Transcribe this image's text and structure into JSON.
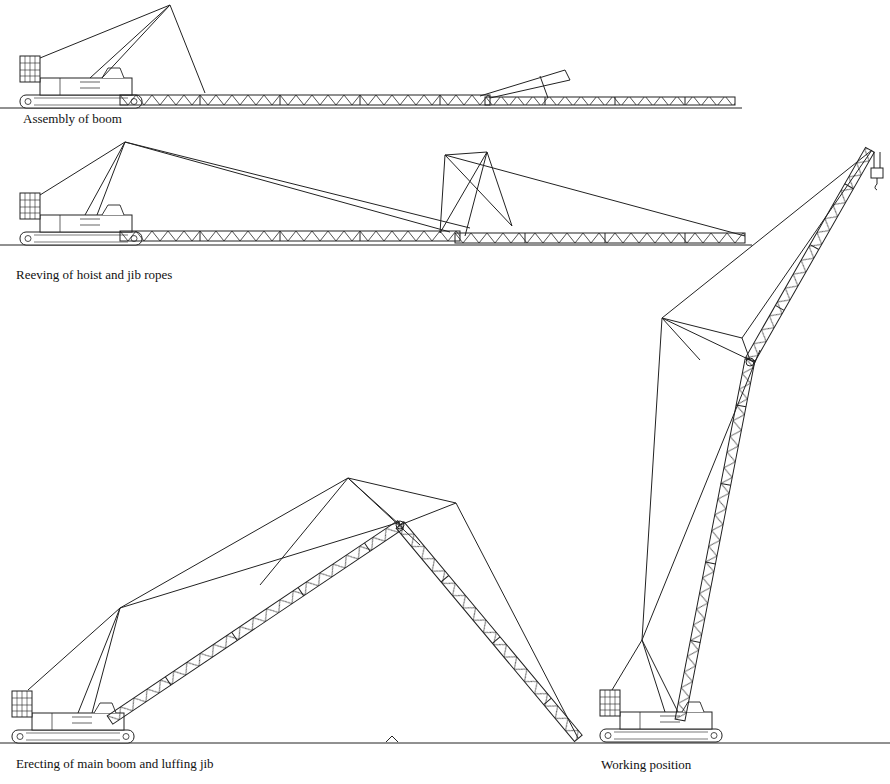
{
  "diagram": {
    "labels": [
      "Assembly of boom",
      "Reeving of hoist and jib ropes",
      "Erecting of main boom and luffing jib",
      "Working position"
    ]
  }
}
